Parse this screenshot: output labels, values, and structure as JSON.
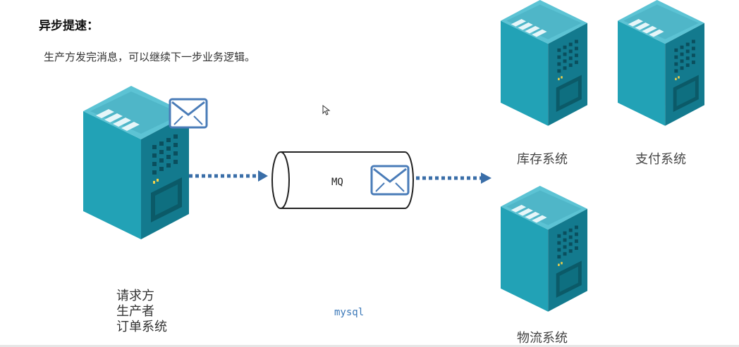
{
  "title": "异步提速：",
  "subtitle": "生产方发完消息，可以继续下一步业务逻辑。",
  "producer": {
    "lines": [
      "请求方",
      "生产者",
      "订单系统"
    ]
  },
  "queue": {
    "label": "MQ",
    "note": "mysql"
  },
  "consumers": {
    "inventory": "库存系统",
    "payment": "支付系统",
    "logistics": "物流系统"
  },
  "colors": {
    "server_front": "#1f9bb0",
    "server_side": "#13788c",
    "server_top": "#5cc3d4",
    "arrow": "#3a6ea8",
    "envelope": "#4a7cb8"
  }
}
